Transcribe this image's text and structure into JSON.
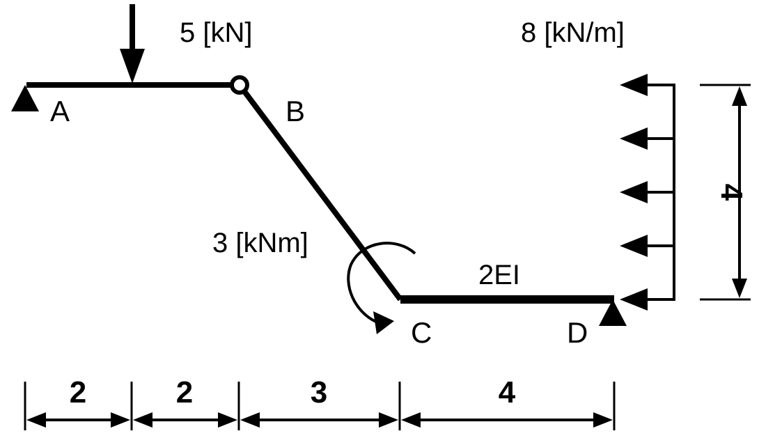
{
  "diagram": {
    "loads": {
      "point_force": "5 [kN]",
      "distributed": "8 [kN/m]",
      "moment": "3 [kNm]"
    },
    "stiffness_label": "2EI",
    "nodes": {
      "a": "A",
      "b": "B",
      "c": "C",
      "d": "D"
    },
    "dimensions": {
      "d1": "2",
      "d2": "2",
      "d3": "3",
      "d4": "4",
      "height": "4"
    },
    "colors": {
      "ink": "#000000",
      "paper": "#ffffff"
    }
  }
}
